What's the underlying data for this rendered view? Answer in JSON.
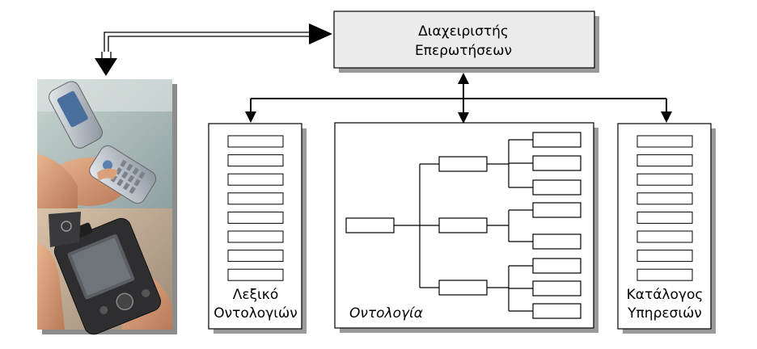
{
  "manager_box": {
    "line1": "Διαχειριστής",
    "line2": "Επερωτήσεων",
    "fill": "#ebebeb"
  },
  "lexicon_panel": {
    "line1": "Λεξικό",
    "line2": "Οντολογιών",
    "rows": 8
  },
  "ontology_panel": {
    "label": "Οντολογία"
  },
  "catalog_panel": {
    "line1": "Κατάλογος",
    "line2": "Υπηρεσιών",
    "rows": 8
  },
  "photos": [
    {
      "icon": "flip-phone-photo"
    },
    {
      "icon": "pda-device-photo"
    }
  ],
  "colors": {
    "stroke": "#000000",
    "shadow": "#9a9a9a",
    "panel_fill": "#ffffff"
  }
}
